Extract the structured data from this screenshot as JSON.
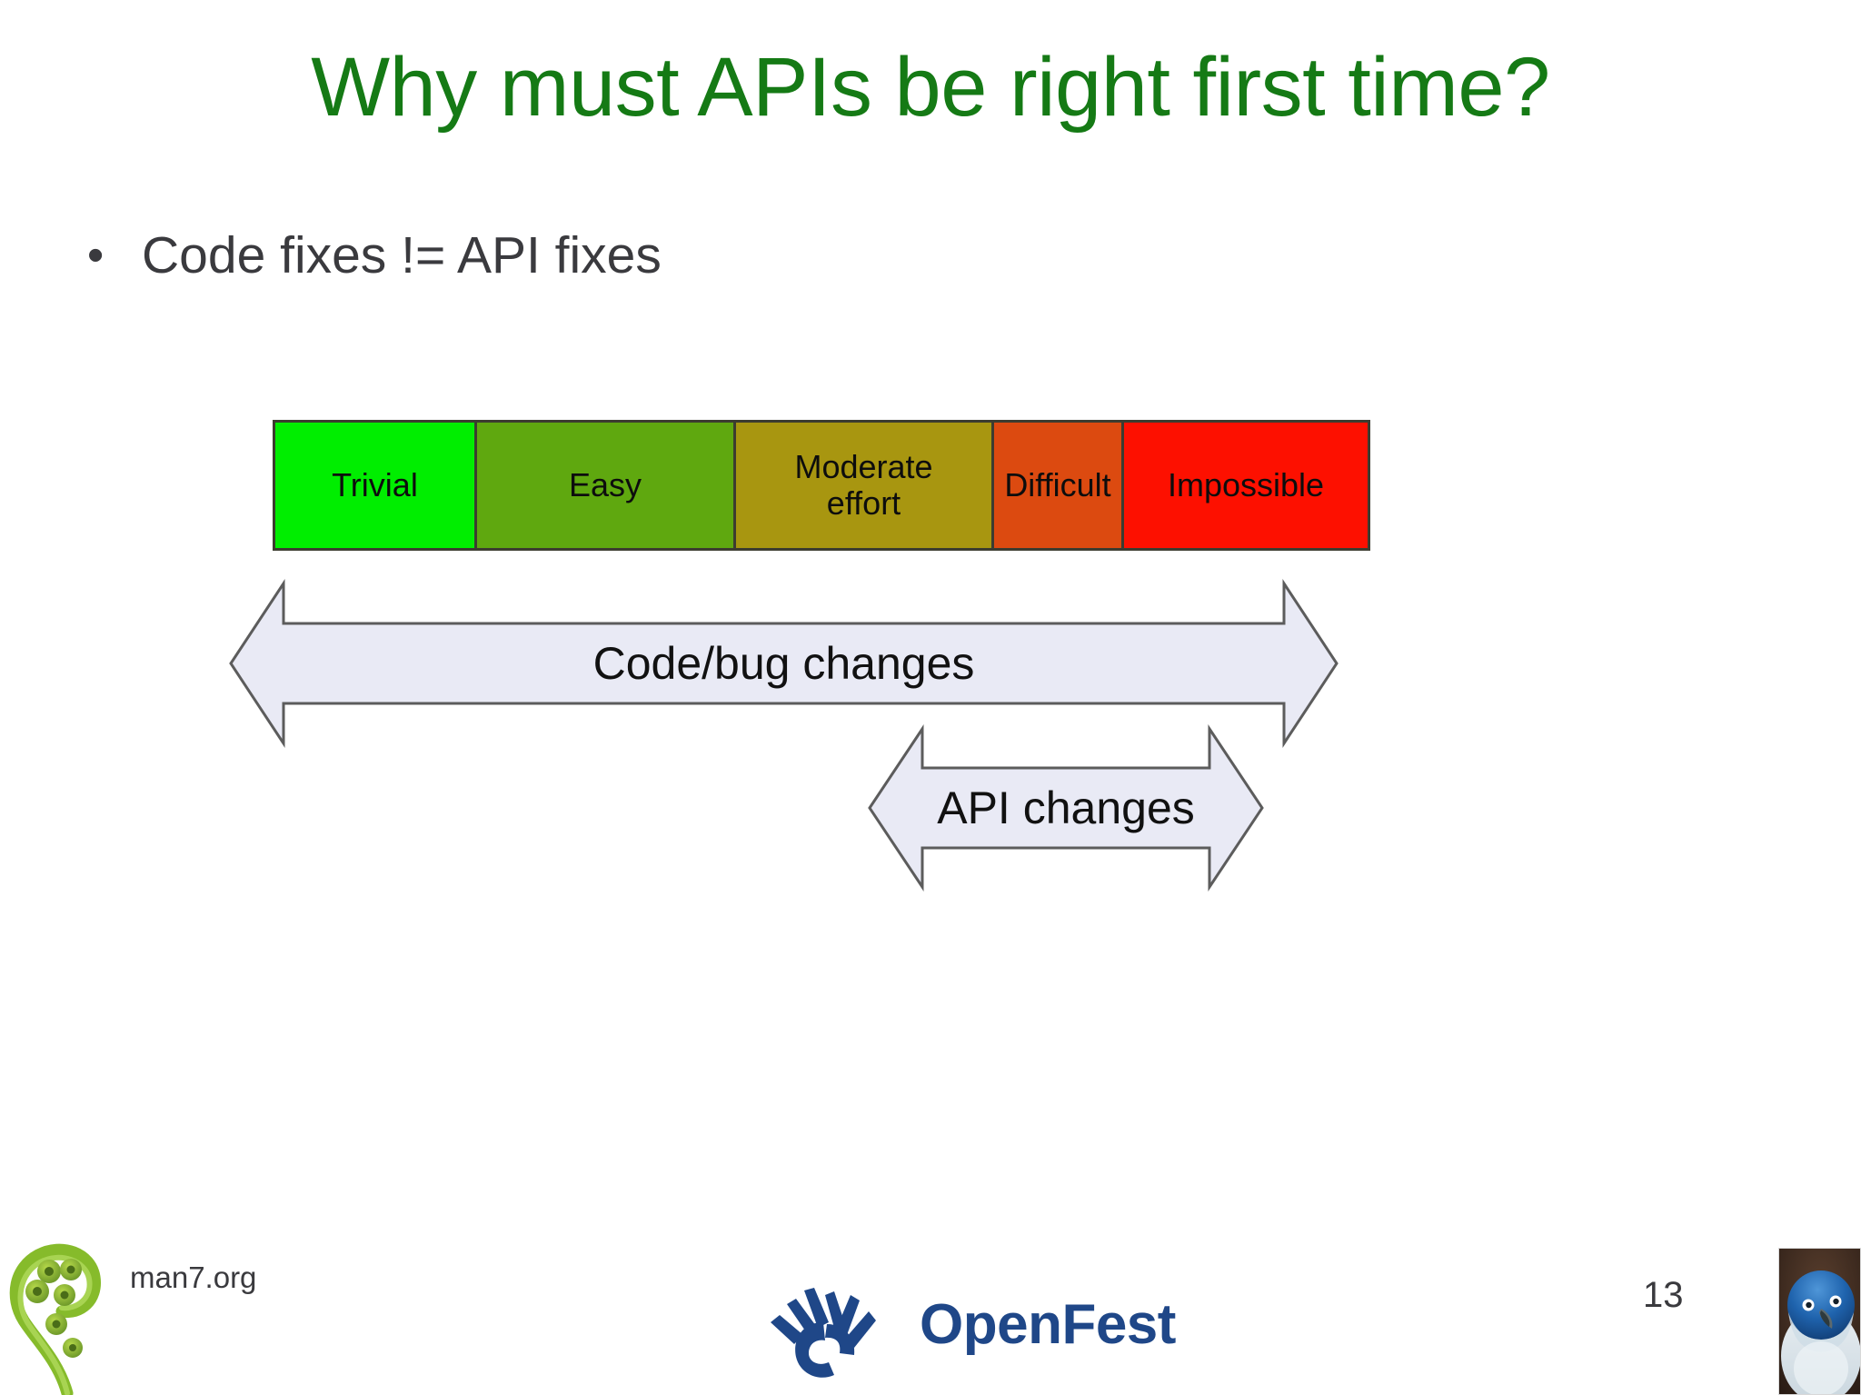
{
  "slide": {
    "title": "Why must APIs be right first time?",
    "title_color": "#157a15",
    "background": "#ffffff"
  },
  "bullets": [
    {
      "marker": "•",
      "text": "Code fixes != API fixes"
    }
  ],
  "chart_data": {
    "type": "bar",
    "title": "API vs code change difficulty spectrum",
    "orientation": "horizontal-stacked",
    "categories": [
      "Trivial",
      "Easy",
      "Moderate effort",
      "Difficult",
      "Impossible"
    ],
    "values": [
      222,
      285,
      284,
      143,
      271
    ],
    "colors": [
      "#00ee00",
      "#5fa80f",
      "#a89610",
      "#dc4a10",
      "#fd1000"
    ],
    "label_color": "#0d0d0d",
    "border_color": "#3c3c30",
    "annotations": [
      {
        "label": "Code/bug changes",
        "type": "double-headed-arrow",
        "spans": [
          "Trivial",
          "Easy",
          "Moderate effort",
          "Difficult"
        ],
        "fill": "#e9eaf5",
        "stroke": "#7f7f7f"
      },
      {
        "label": "API changes",
        "type": "double-headed-arrow",
        "spans": [
          "Difficult",
          "Impossible"
        ],
        "fill": "#e9eaf5",
        "stroke": "#7f7f7f"
      }
    ],
    "xlabel": "",
    "ylabel": "",
    "grid": false,
    "legend": "none"
  },
  "diagram": {
    "segments": [
      {
        "label": "Trivial",
        "color": "#00ee00"
      },
      {
        "label": "Easy",
        "color": "#5fa80f"
      },
      {
        "label": "Moderate effort",
        "color": "#a89610"
      },
      {
        "label": "Difficult",
        "color": "#dc4a10"
      },
      {
        "label": "Impossible",
        "color": "#fd1000"
      }
    ],
    "arrow_code_label": "Code/bug changes",
    "arrow_api_label": "API changes"
  },
  "footer": {
    "site": "man7.org",
    "brand": "OpenFest",
    "brand_color": "#1f4788",
    "page_number": "13",
    "fern_icon": "fern-koru-icon",
    "penguin_icon": "blue-penguin-photo"
  }
}
